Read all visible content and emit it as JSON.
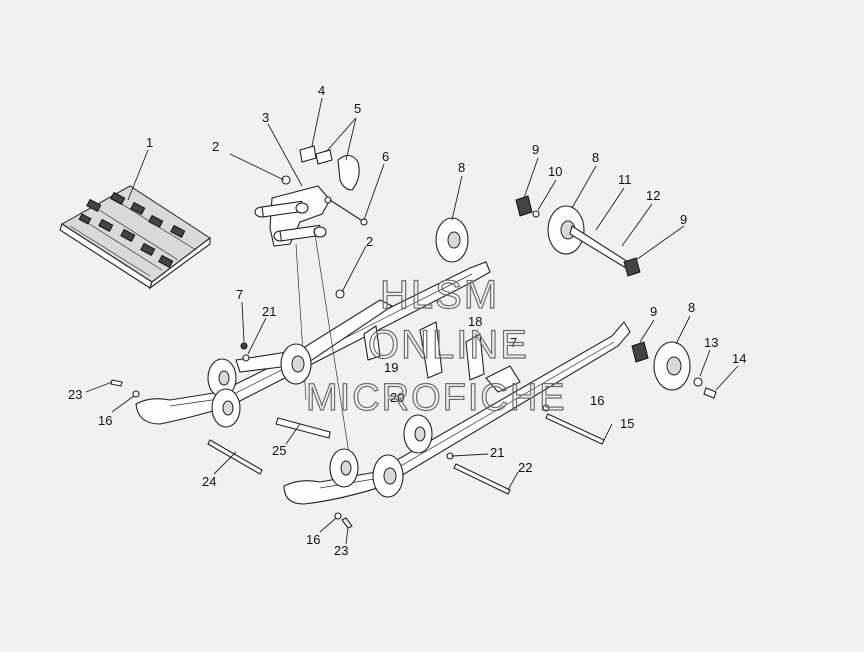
{
  "diagram": {
    "callouts": [
      {
        "id": "c1",
        "text": "1"
      },
      {
        "id": "c2a",
        "text": "2"
      },
      {
        "id": "c2b",
        "text": "2"
      },
      {
        "id": "c3",
        "text": "3"
      },
      {
        "id": "c4",
        "text": "4"
      },
      {
        "id": "c5",
        "text": "5"
      },
      {
        "id": "c6",
        "text": "6"
      },
      {
        "id": "c7a",
        "text": "7"
      },
      {
        "id": "c7b",
        "text": "7"
      },
      {
        "id": "c8a",
        "text": "8"
      },
      {
        "id": "c8b",
        "text": "8"
      },
      {
        "id": "c8c",
        "text": "8"
      },
      {
        "id": "c9a",
        "text": "9"
      },
      {
        "id": "c9b",
        "text": "9"
      },
      {
        "id": "c9c",
        "text": "9"
      },
      {
        "id": "c10",
        "text": "10"
      },
      {
        "id": "c11",
        "text": "11"
      },
      {
        "id": "c12",
        "text": "12"
      },
      {
        "id": "c13",
        "text": "13"
      },
      {
        "id": "c14",
        "text": "14"
      },
      {
        "id": "c15",
        "text": "15"
      },
      {
        "id": "c16a",
        "text": "16"
      },
      {
        "id": "c16b",
        "text": "16"
      },
      {
        "id": "c16c",
        "text": "16"
      },
      {
        "id": "c18",
        "text": "18"
      },
      {
        "id": "c19",
        "text": "19"
      },
      {
        "id": "c20",
        "text": "20"
      },
      {
        "id": "c21a",
        "text": "21"
      },
      {
        "id": "c21b",
        "text": "21"
      },
      {
        "id": "c22",
        "text": "22"
      },
      {
        "id": "c23a",
        "text": "23"
      },
      {
        "id": "c23b",
        "text": "23"
      },
      {
        "id": "c24",
        "text": "24"
      },
      {
        "id": "c25",
        "text": "25"
      }
    ]
  },
  "watermark": {
    "line1": "HLSM",
    "line2": "ONLINE",
    "line3": "MICROFICHE"
  }
}
